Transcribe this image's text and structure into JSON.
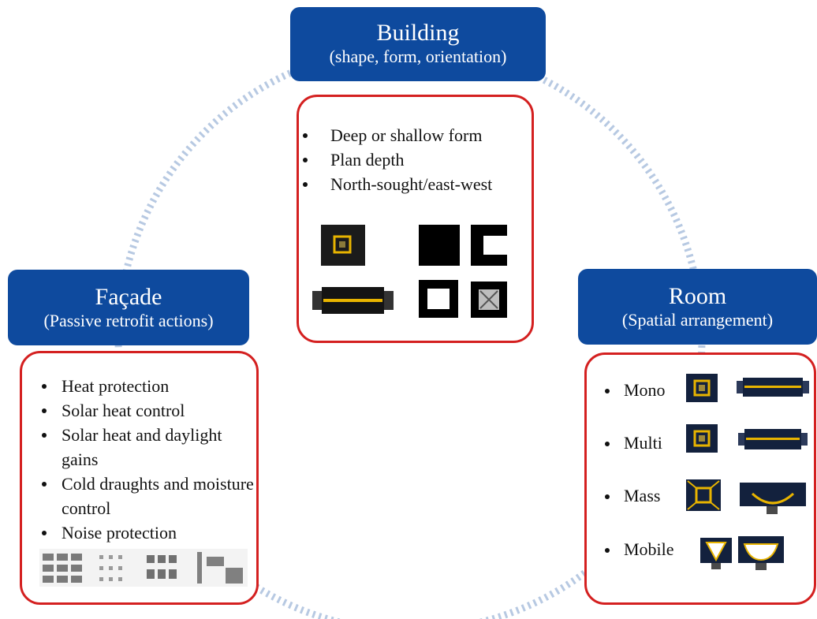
{
  "building": {
    "title": "Building",
    "subtitle": "(shape, form, orientation)",
    "items": [
      "Deep or shallow form",
      "Plan depth",
      "North-sought/east-west"
    ]
  },
  "facade": {
    "title": "Façade",
    "subtitle": "(Passive retrofit actions)",
    "items": [
      "Heat protection",
      "Solar heat control",
      "Solar heat and daylight gains",
      "Cold draughts and moisture control",
      "Noise protection"
    ]
  },
  "room": {
    "title": "Room",
    "subtitle": "(Spatial arrangement)",
    "items": [
      "Mono",
      "Multi",
      "Mass",
      "Mobile"
    ]
  },
  "colors": {
    "header_bg": "#0e4a9e",
    "card_border": "#d42020",
    "ring": "#b7c9e2",
    "accent_yellow": "#e8b400"
  }
}
